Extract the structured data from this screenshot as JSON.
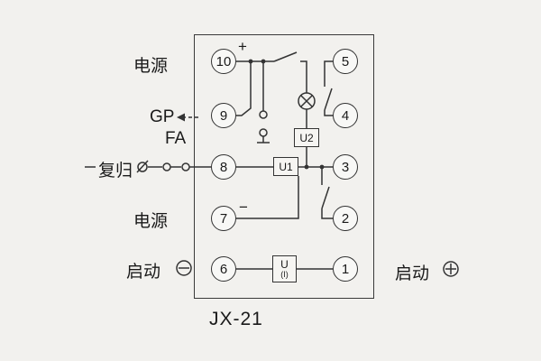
{
  "title": "JX-21",
  "labels": {
    "power_top": "电源",
    "gp": "GP",
    "fa": "FA",
    "reset": "复归",
    "power_bottom": "电源",
    "start_left": "启动",
    "start_right": "启动"
  },
  "terminals": {
    "left": [
      "10",
      "9",
      "8",
      "7",
      "6"
    ],
    "right": [
      "5",
      "4",
      "3",
      "2",
      "1"
    ]
  },
  "components": {
    "u2": "U2",
    "u1": "U1",
    "coil_u": "U",
    "coil_sub": "(I)"
  },
  "symbols": {
    "plus": "+",
    "minus": "−"
  },
  "icons": {
    "lamp": "lamp-x-circle",
    "start_left_polarity": "minus-circle",
    "start_right_polarity": "plus-circle",
    "gp_arrow": "dashed-left-arrow",
    "reset_button": "slashed-circle"
  }
}
